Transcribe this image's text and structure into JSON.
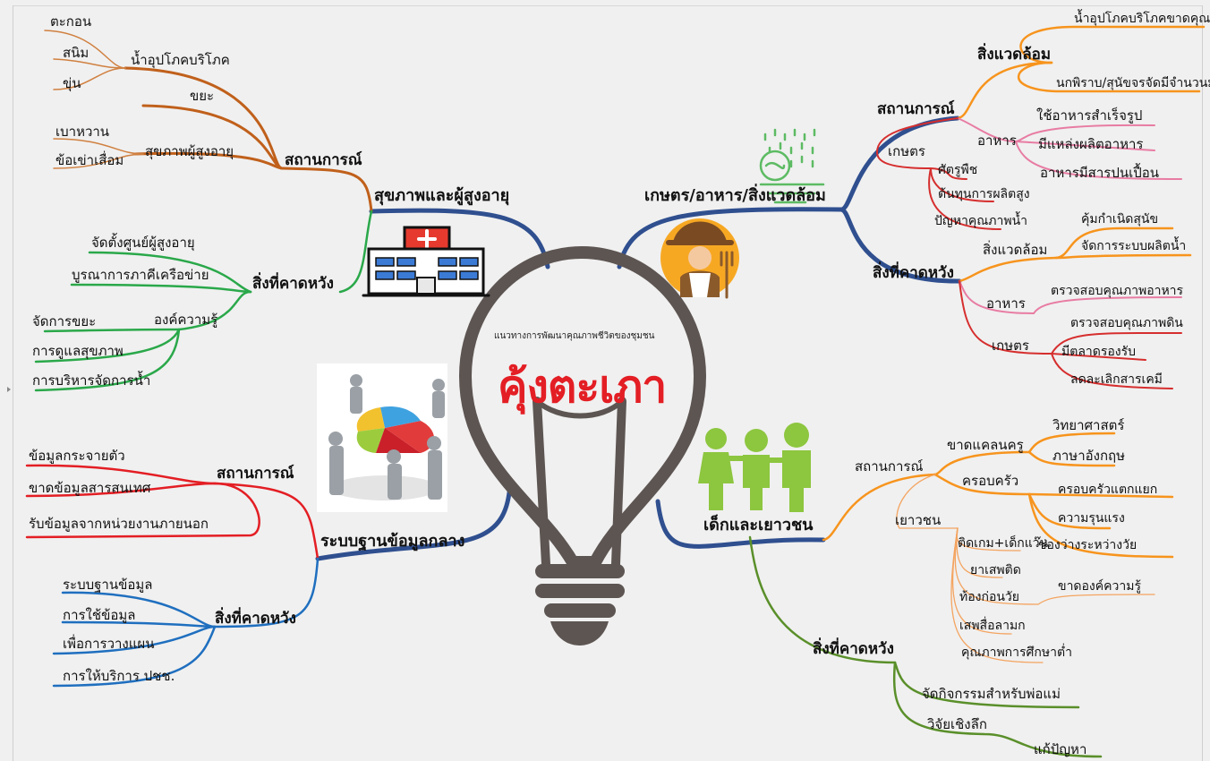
{
  "center": {
    "subtitle": "แนวทางการพัฒนาคุณภาพชีวิตของชุมชน",
    "title": "คุ้งตะเภา"
  },
  "health": {
    "topic": "สุขภาพและผู้สูงอายุ",
    "situation": "สถานการณ์",
    "water": "น้ำอุปโภคบริโภค",
    "water_items": [
      "ตะกอน",
      "สนิม",
      "ขุ่น"
    ],
    "garbage": "ขยะ",
    "elderly_health": "สุขภาพผู้สูงอายุ",
    "elderly_items": [
      "เบาหวาน",
      "ข้อเข่าเสื่อม"
    ],
    "expected": "สิ่งที่คาดหวัง",
    "expected_items": [
      "จัดตั้งศูนย์ผู้สูงอายุ",
      "บูรณาการภาคีเครือข่าย"
    ],
    "knowledge": "องค์ความรู้",
    "knowledge_items": [
      "จัดการขยะ",
      "การดูแลสุขภาพ",
      "การบริหารจัดการน้ำ"
    ]
  },
  "agri": {
    "topic": "เกษตร/อาหาร/สิ่งแวดล้อม",
    "situation": "สถานการณ์",
    "env": "สิ่งแวดล้อม",
    "env_items": [
      "น้ำอุปโภคบริโภคขาดคุณภาพ",
      "นกพิราบ/สุนัขจรจัดมีจำนวนมาก"
    ],
    "food": "อาหาร",
    "food_items": [
      "ใช้อาหารสำเร็จรูป",
      "มีแหล่งผลิตอาหาร",
      "อาหารมีสารปนเปื้อน"
    ],
    "farm": "เกษตร",
    "farm_items": [
      "ศัตรูพืช",
      "ต้นทุนการผลิตสูง",
      "ปัญหาคุณภาพน้ำ"
    ],
    "expected": "สิ่งที่คาดหวัง",
    "exp_env": "สิ่งแวดล้อม",
    "exp_env_items": [
      "คุ้มกำเนิดสุนัข",
      "จัดการระบบผลิตน้ำ"
    ],
    "exp_food": "อาหาร",
    "exp_food_items": [
      "ตรวจสอบคุณภาพอาหาร"
    ],
    "exp_farm": "เกษตร",
    "exp_farm_items": [
      "ตรวจสอบคุณภาพดิน",
      "มีตลาดรองรับ",
      "ลดละเลิกสารเคมี"
    ]
  },
  "data": {
    "topic": "ระบบฐานข้อมูลกลาง",
    "situation": "สถานการณ์",
    "situation_items": [
      "ข้อมูลกระจายตัว",
      "ขาดข้อมูลสารสนเทศ",
      "รับข้อมูลจากหน่วยงานภายนอก"
    ],
    "expected": "สิ่งที่คาดหวัง",
    "expected_items": [
      "ระบบฐานข้อมูล",
      "การใช้ข้อมูล",
      "เพื่อการวางแผน",
      "การให้บริการ ปชช."
    ]
  },
  "youth": {
    "topic": "เด็กและเยาวชน",
    "situation": "สถานการณ์",
    "teacher": "ขาดแคลนครู",
    "teacher_items": [
      "วิทยาศาสตร์",
      "ภาษาอังกฤษ"
    ],
    "family": "ครอบครัว",
    "family_items": [
      "ครอบครัวแตกแยก",
      "ความรุนแรง",
      "ช่องว่างระหว่างวัย"
    ],
    "teen": "เยาวชน",
    "teen_items": [
      "ติดเกม+เด็กแว๊น",
      "ยาเสพติด",
      "ท้องก่อนวัย",
      "เสพสื่อลามก",
      "คุณภาพการศึกษาต่ำ"
    ],
    "teen_extra": "ขาดองค์ความรู้",
    "expected": "สิ่งที่คาดหวัง",
    "expected_items": [
      "จัดกิจกรรมสำหรับพ่อแม่",
      "วิจัยเชิงลึก",
      "แก้ปัญหา"
    ]
  }
}
